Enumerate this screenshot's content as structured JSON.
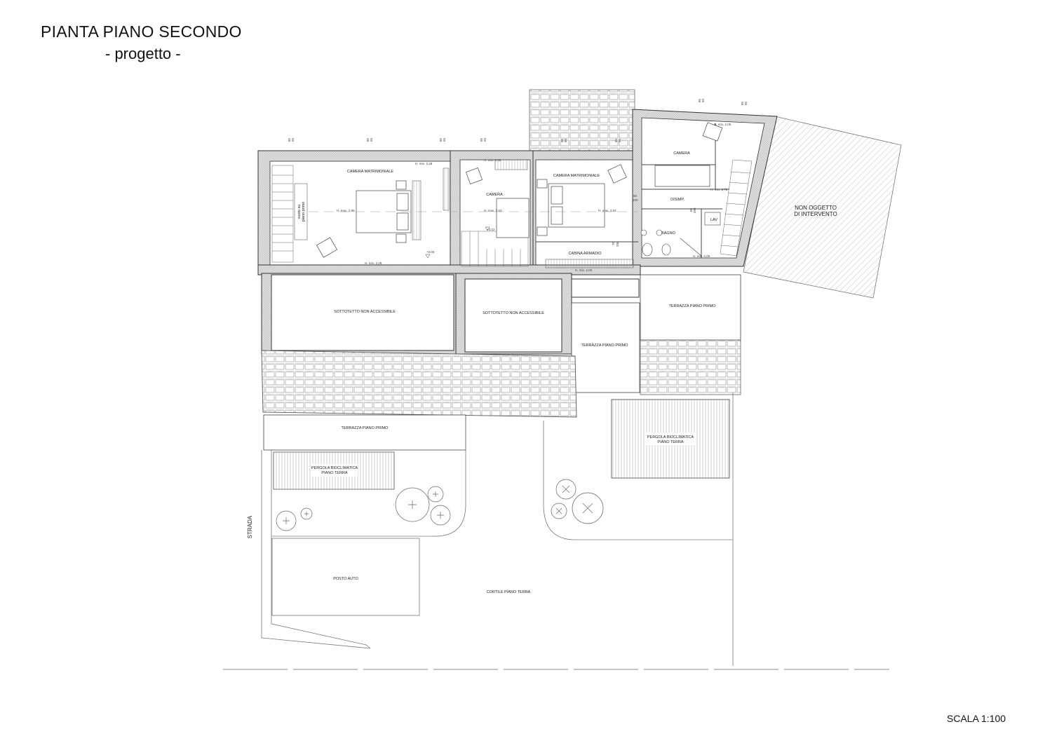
{
  "title": "PIANTA PIANO SECONDO",
  "subtitle": "- progetto -",
  "scale": "SCALA 1:100",
  "rooms": {
    "camera_matrimoniale_1": "CAMERA MATRIMONIALE",
    "camera_1": "CAMERA",
    "camera_matrimoniale_2": "CAMERA MATRIMONIALE",
    "camera_2": "CAMERA",
    "disimpegno": "DISIMP.",
    "bagno": "BAGNO",
    "lav": "LAV",
    "cabina_armadio": "CABINA ARMADIO",
    "vuoto": "vuoto su",
    "vuoto_2": "piano primo",
    "sottotetto_1": "SOTTOTETTO NON ACCESSIBILE",
    "sottotetto_2": "SOTTOTETTO NON ACCESSIBILE",
    "terrazza_1": "TERRAZZA PIANO PRIMO",
    "terrazza_2": "TERRAZZA PIANO PRIMO",
    "terrazza_3": "TERRAZZA PIANO PRIMO",
    "pergola_1a": "PERGOLA BIOCLIMATICA",
    "pergola_1b": "PIANO TERRA",
    "pergola_2a": "PERGOLA BIOCLIMATICA",
    "pergola_2b": "PIANO TERRA",
    "posto_auto": "POSTO AUTO",
    "cortile": "CORTILE PIANO TERRA",
    "strada": "STRADA",
    "non_oggetto_1": "NON OGGETTO",
    "non_oggetto_2": "DI INTERVENTO"
  },
  "heights": {
    "h1": "H. min. 2,28",
    "h2": "H. max. 2,85",
    "h3": "H. min. 2,28",
    "h4": "H. min. 2,05",
    "h5": "H. max. 2,63",
    "h6": "H. max. 2,63",
    "h7": "H. min. 2,05",
    "h8": "H. min. 2,05",
    "h9": "H. min. 2,78",
    "h10": "H. min. 2,05"
  },
  "levels": {
    "l1": "+0.00",
    "l2": "+3.22"
  },
  "dims": {
    "win": "85",
    "win2": "50",
    "door1": "80",
    "door2": "200",
    "door3": "70",
    "door4": "200",
    "door5": "60",
    "door6": "200"
  }
}
